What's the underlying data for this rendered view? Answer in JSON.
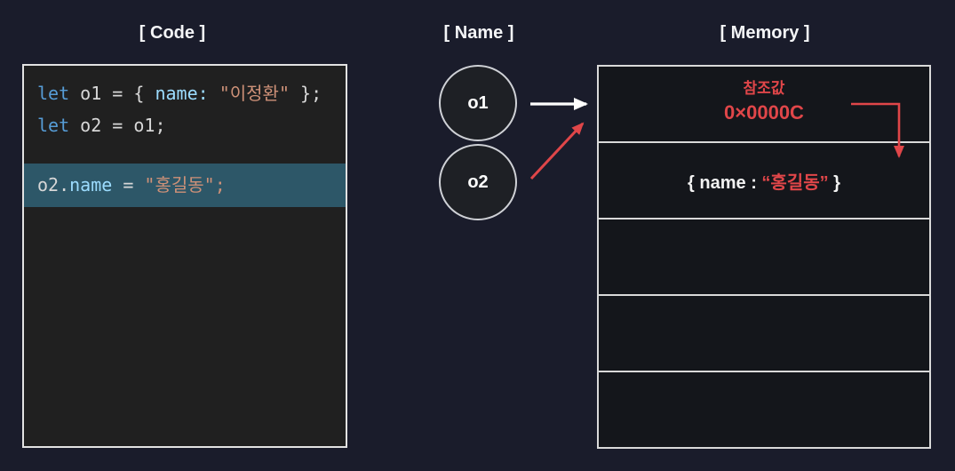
{
  "colors": {
    "page-bg": "#1a1c2b",
    "title-text": "#f4f5f7",
    "code-bg": "#202020",
    "code-border": "#e2e2e2",
    "code-plain": "#d7d7d7",
    "code-keyword": "#569cd6",
    "code-property": "#9cdcfe",
    "code-string": "#ce9178",
    "code-highlight-bg": "#2d5768",
    "node-bg": "#1e2025",
    "node-border": "#cfd1d6",
    "node-text": "#ffffff",
    "memory-cell-bg": "#14161b",
    "memory-border": "#d9d9d9",
    "memory-text": "#f2f2f2",
    "accent-red": "#e04649",
    "arrow-white": "#ffffff"
  },
  "titles": {
    "code": "[ Code ]",
    "name": "[ Name ]",
    "memory": "[ Memory ]"
  },
  "code_block": {
    "lines": [
      {
        "highlight": false,
        "tokens": [
          {
            "text": "let",
            "style": "keyword"
          },
          {
            "text": " o1 = { ",
            "style": "plain"
          },
          {
            "text": "name:",
            "style": "property"
          },
          {
            "text": " ",
            "style": "plain"
          },
          {
            "text": "\"이정환\"",
            "style": "string"
          },
          {
            "text": " };",
            "style": "plain"
          }
        ]
      },
      {
        "highlight": false,
        "tokens": [
          {
            "text": "let",
            "style": "keyword"
          },
          {
            "text": " o2 = o1;",
            "style": "plain"
          }
        ]
      },
      {
        "highlight": false,
        "tokens": []
      },
      {
        "highlight": true,
        "tokens": [
          {
            "text": "o2.",
            "style": "plain"
          },
          {
            "text": "name",
            "style": "property"
          },
          {
            "text": " = ",
            "style": "plain"
          },
          {
            "text": "\"홍길동\";",
            "style": "string"
          }
        ]
      }
    ]
  },
  "name_nodes": [
    {
      "label": "o1"
    },
    {
      "label": "o2"
    }
  ],
  "memory": {
    "cells": [
      {
        "type": "reference",
        "lines": [
          {
            "text": "참조값",
            "style": "red-small"
          },
          {
            "text": "0×0000C",
            "style": "red-large"
          }
        ]
      },
      {
        "type": "object",
        "segments": [
          {
            "text": "{ name : ",
            "style": "white"
          },
          {
            "text": "“홍길동”",
            "style": "red"
          },
          {
            "text": " }",
            "style": "white"
          }
        ]
      },
      {
        "type": "empty"
      },
      {
        "type": "empty"
      },
      {
        "type": "empty"
      }
    ]
  }
}
